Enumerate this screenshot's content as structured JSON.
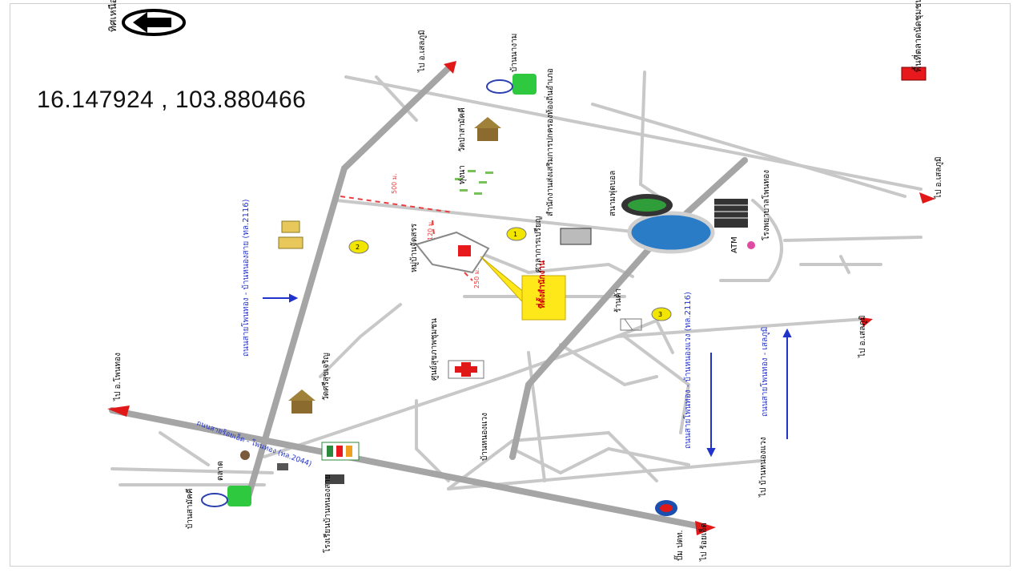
{
  "coordinates_text": "16.147924 , 103.880466",
  "north_label": "ทิศเหนือ",
  "legend": {
    "label": "พื้นที่ตลาดนัดชุมชน",
    "color": "#e8191c"
  },
  "colors": {
    "road": "#c4c4c4",
    "main_road": "#9a9a9a",
    "highway_text": "#2233cc",
    "callout_fill": "#ffe81a",
    "marker_fill": "#f2e600",
    "roundabout": "#2a7cc7",
    "direction_arrow": "#e01818"
  },
  "directions": {
    "to_top": "ไป อ.เสลภูมิ",
    "to_left": "ไป อ.โพนทอง",
    "to_bottom": "ไป ร้อยเอ็ด",
    "to_right_top": "ไป อ.เสลภูมิ",
    "to_right_mid": "ไป อ.เสลภูมิ",
    "to_bottom_right": "ไป บ้านหนองแวง"
  },
  "highways": {
    "left": "ถนนสายโพนทอง - บ้านหนองสาย (ทล.2116)",
    "bottom": "ถนนสายร้อยเอ็ด - โพนทอง (ทล.2044)",
    "right_mid": "ถนนสายโพนทอง - บ้านหนองแวง (ทล.2116)",
    "right": "ถนนสายโพนทอง - เสลภูมิ"
  },
  "places": {
    "school_top": "บ้านนางาม",
    "temple_top": "วัดป่าสามัคคี",
    "field": "ทุ่งนา",
    "office_top": "สำนักงานส่งเสริมการปกครองท้องถิ่นอำเภอ",
    "stadium": "สนามฟุตบอล",
    "hospital_right": "โรงพยาบาลโพนทอง",
    "atm": "ATM",
    "market": "หมู่บ้านจัดสรร",
    "callout": "ที่ตั้งสำนักงาน",
    "office_mid": "ศาลาการเปรียญ",
    "shop": "ร้านค้า",
    "health": "ศูนย์สุขภาพชุมชน",
    "temple_mid": "วัดศรีสุขเจริญ",
    "village_bottom": "บ้านหนองแวง",
    "gas": "ปั๊ม ปตท.",
    "market_bottom": "ตลาด",
    "school_bottom": "บ้านสามัคคี",
    "school_bottom2": "โรงเรียนบ้านหนองสาย"
  },
  "distances": {
    "d1": "500 ม.",
    "d2": "120 ม.",
    "d3": "250 ม."
  },
  "markers": [
    "1",
    "2",
    "3"
  ]
}
